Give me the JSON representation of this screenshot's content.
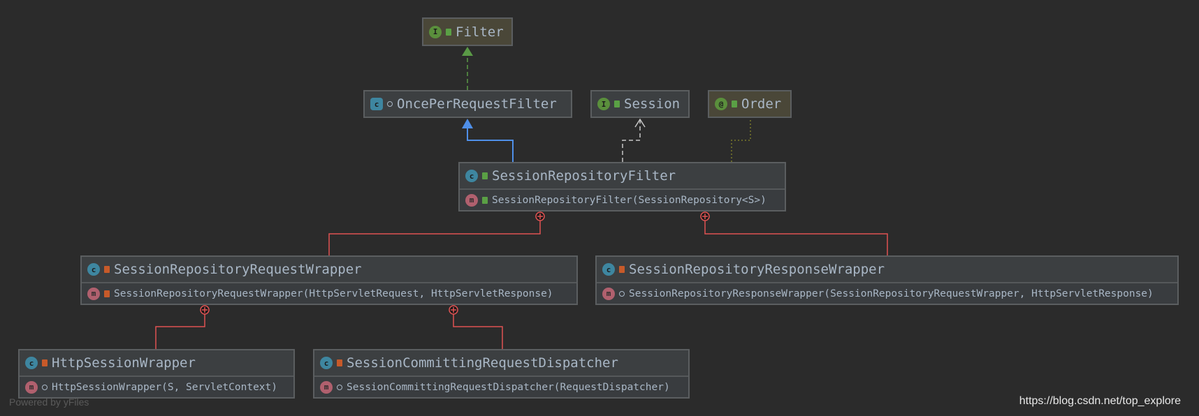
{
  "nodes": [
    {
      "id": "filter",
      "name": "Filter",
      "kind": "interface",
      "visibility": "public"
    },
    {
      "id": "oprf",
      "name": "OncePerRequestFilter",
      "kind": "abstract-class",
      "visibility": "package"
    },
    {
      "id": "session",
      "name": "Session",
      "kind": "interface",
      "visibility": "public"
    },
    {
      "id": "order",
      "name": "Order",
      "kind": "annotation",
      "visibility": "public"
    },
    {
      "id": "srf",
      "name": "SessionRepositoryFilter",
      "kind": "class",
      "visibility": "public",
      "member": "SessionRepositoryFilter(SessionRepository<S>)",
      "member_visibility": "public"
    },
    {
      "id": "reqw",
      "name": "SessionRepositoryRequestWrapper",
      "kind": "inner-class",
      "visibility": "private",
      "member": "SessionRepositoryRequestWrapper(HttpServletRequest, HttpServletResponse)",
      "member_visibility": "private"
    },
    {
      "id": "resw",
      "name": "SessionRepositoryResponseWrapper",
      "kind": "inner-class",
      "visibility": "private",
      "member": "SessionRepositoryResponseWrapper(SessionRepositoryRequestWrapper, HttpServletResponse)",
      "member_visibility": "package"
    },
    {
      "id": "hsw",
      "name": "HttpSessionWrapper",
      "kind": "inner-class",
      "visibility": "private",
      "member": "HttpSessionWrapper(S, ServletContext)",
      "member_visibility": "package"
    },
    {
      "id": "scrd",
      "name": "SessionCommittingRequestDispatcher",
      "kind": "inner-class",
      "visibility": "private",
      "member": "SessionCommittingRequestDispatcher(RequestDispatcher)",
      "member_visibility": "package"
    }
  ],
  "edges": [
    {
      "from": "oprf",
      "to": "filter",
      "type": "implements",
      "color": "#5a9a46"
    },
    {
      "from": "srf",
      "to": "oprf",
      "type": "extends",
      "color": "#4f8fe8"
    },
    {
      "from": "srf",
      "to": "session",
      "type": "dependency",
      "color": "#c8c8c8"
    },
    {
      "from": "srf",
      "to": "order",
      "type": "annotated",
      "color": "#7a7a2a"
    },
    {
      "from": "srf",
      "to": "reqw",
      "type": "inner",
      "color": "#e05252"
    },
    {
      "from": "srf",
      "to": "resw",
      "type": "inner",
      "color": "#e05252"
    },
    {
      "from": "reqw",
      "to": "hsw",
      "type": "inner",
      "color": "#e05252"
    },
    {
      "from": "reqw",
      "to": "scrd",
      "type": "inner",
      "color": "#e05252"
    }
  ],
  "footer": {
    "powered_by": "Powered by yFiles",
    "watermark": "https://blog.csdn.net/top_explore"
  },
  "icon_letters": {
    "interface": "I",
    "class": "c",
    "annotation": "@",
    "method": "m"
  }
}
